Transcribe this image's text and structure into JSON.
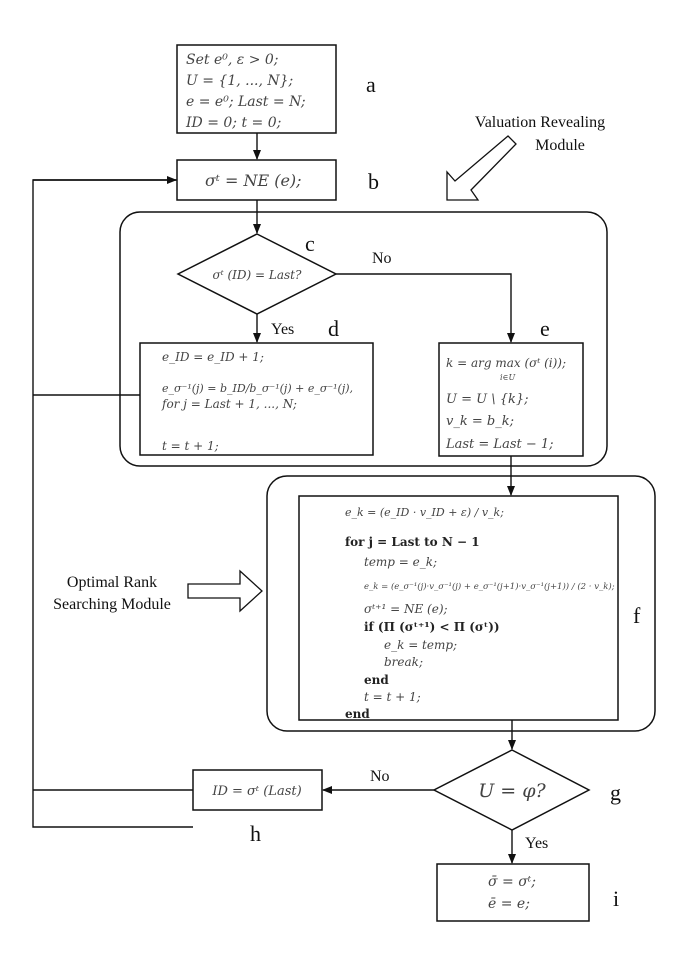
{
  "diagram": {
    "type": "flowchart",
    "nodes": {
      "a": {
        "tag": "a",
        "lines": [
          "Set e⁰, ε > 0;",
          "U = {1, ..., N};",
          "e = e⁰; Last = N;",
          "ID = 0; t = 0;"
        ]
      },
      "b": {
        "tag": "b",
        "lines": [
          "σᵗ = NE (e);"
        ]
      },
      "c": {
        "tag": "c",
        "lines": [
          "σᵗ (ID) = Last?"
        ]
      },
      "d": {
        "tag": "d",
        "lines": [
          "e_ID = e_ID + 1;",
          "e_σ⁻¹(j) = b_ID/b_σ⁻¹(j) + e_σ⁻¹(j),",
          "for j = Last + 1, ..., N;",
          "t = t + 1;"
        ]
      },
      "e": {
        "tag": "e",
        "lines": [
          "k = arg max (σᵗ (i));",
          "i∈U",
          "U = U \\ {k};",
          "v_k = b_k;",
          "Last = Last − 1;"
        ]
      },
      "f": {
        "tag": "f",
        "lines": [
          "e_k = (e_ID · v_ID + ε) / v_k;",
          "for j = Last to N − 1",
          "temp = e_k;",
          "e_k = (e_σ⁻¹(j)·v_σ⁻¹(j) + e_σ⁻¹(j+1)·v_σ⁻¹(j+1)) / (2 · v_k);",
          "σᵗ⁺¹ = NE (e);",
          "if (Π (σᵗ⁺¹) < Π (σᵗ))",
          "e_k = temp;",
          "break;",
          "end",
          "t = t + 1;",
          "end"
        ]
      },
      "g": {
        "tag": "g",
        "lines": [
          "U = φ?"
        ]
      },
      "h": {
        "tag": "h",
        "lines": [
          "ID = σᵗ (Last)"
        ]
      },
      "i": {
        "tag": "i",
        "lines": [
          "σ̄ = σᵗ;",
          "ē = e;"
        ]
      }
    },
    "edges": [
      {
        "from": "a",
        "to": "b",
        "label": ""
      },
      {
        "from": "b",
        "to": "c",
        "label": ""
      },
      {
        "from": "c",
        "to": "d",
        "label": "Yes"
      },
      {
        "from": "c",
        "to": "e",
        "label": "No"
      },
      {
        "from": "e",
        "to": "f",
        "label": ""
      },
      {
        "from": "d",
        "to": "b",
        "label": ""
      },
      {
        "from": "f",
        "to": "g",
        "label": ""
      },
      {
        "from": "g",
        "to": "h",
        "label": "No"
      },
      {
        "from": "g",
        "to": "i",
        "label": "Yes"
      },
      {
        "from": "h",
        "to": "b",
        "label": ""
      }
    ],
    "modules": {
      "valuation": "Valuation Revealing Module",
      "valuation_line1": "Valuation Revealing",
      "valuation_line2": "Module",
      "optimal_line1": "Optimal Rank",
      "optimal_line2": "Searching Module"
    },
    "edge_labels": {
      "c_no": "No",
      "c_yes": "Yes",
      "g_no": "No",
      "g_yes": "Yes"
    }
  }
}
